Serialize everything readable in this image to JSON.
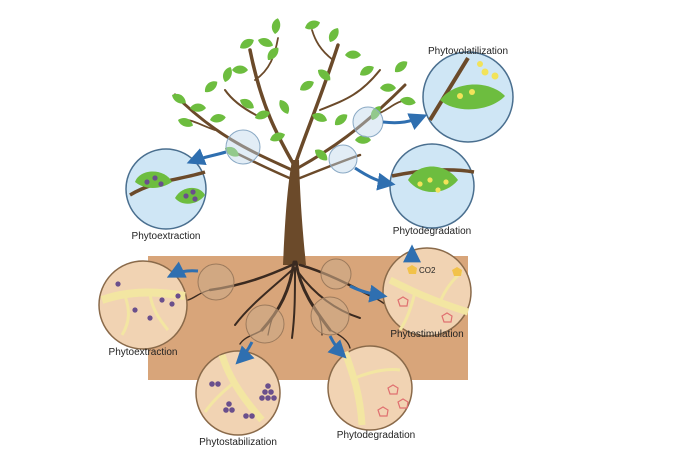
{
  "diagram": {
    "labels": {
      "volatilization": "Phytovolatilization",
      "extraction_leaf": "Phytoextraction",
      "degradation_leaf": "Phytodegradation",
      "extraction_root": "Phytoextraction",
      "stimulation": "Phytostimulation",
      "stabilization": "Phytostabilization",
      "degradation_root": "Phytodegradation",
      "co2": "CO2"
    },
    "colors": {
      "soil": "#d8a57a",
      "trunk": "#6b4a2a",
      "leaf": "#6dbd3f",
      "circle_sky": "#cfe6f5",
      "circle_soil": "#f1d3b3",
      "root_fiber": "#f3e6a2",
      "arrow": "#2f6fb0",
      "particle": "#6a4f8c"
    },
    "icons": [
      "tree-icon",
      "leaf-icon",
      "root-icon",
      "arrow-icon"
    ]
  }
}
